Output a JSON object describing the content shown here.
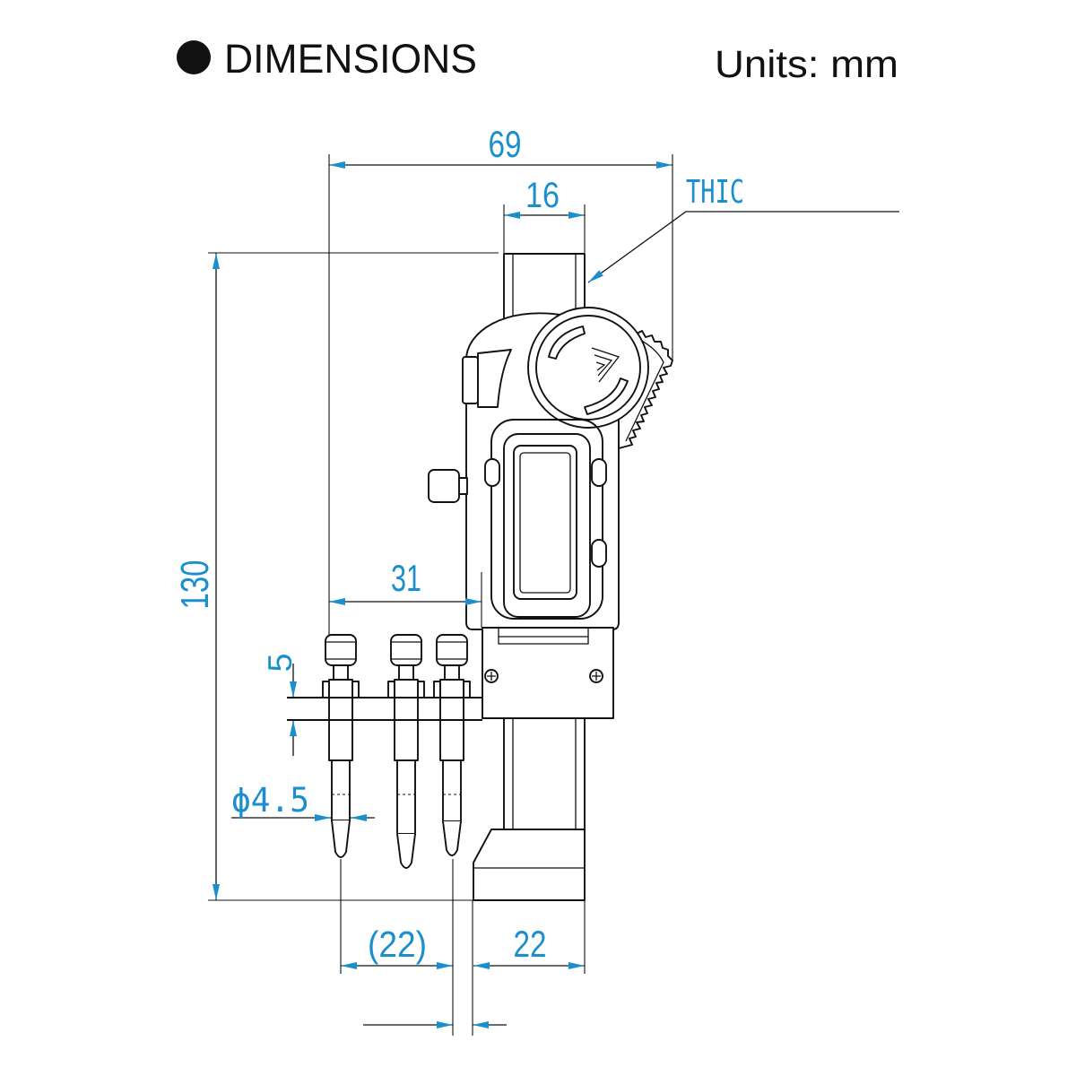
{
  "header": {
    "title": "DIMENSIONS",
    "units": "Units: mm"
  },
  "labels": {
    "width_69": "69",
    "width_16": "16",
    "thic": "THIC",
    "height_130": "130",
    "offset_31": "31",
    "plate_5": "5",
    "diameter": "ϕ4.5",
    "spacing_22_ref": "(22)",
    "width_22": "22"
  },
  "icons": {
    "bullet": "filled-circle-icon"
  },
  "colors": {
    "dimension_text": "#1b8fce",
    "line": "#111111",
    "background": "#ffffff"
  }
}
